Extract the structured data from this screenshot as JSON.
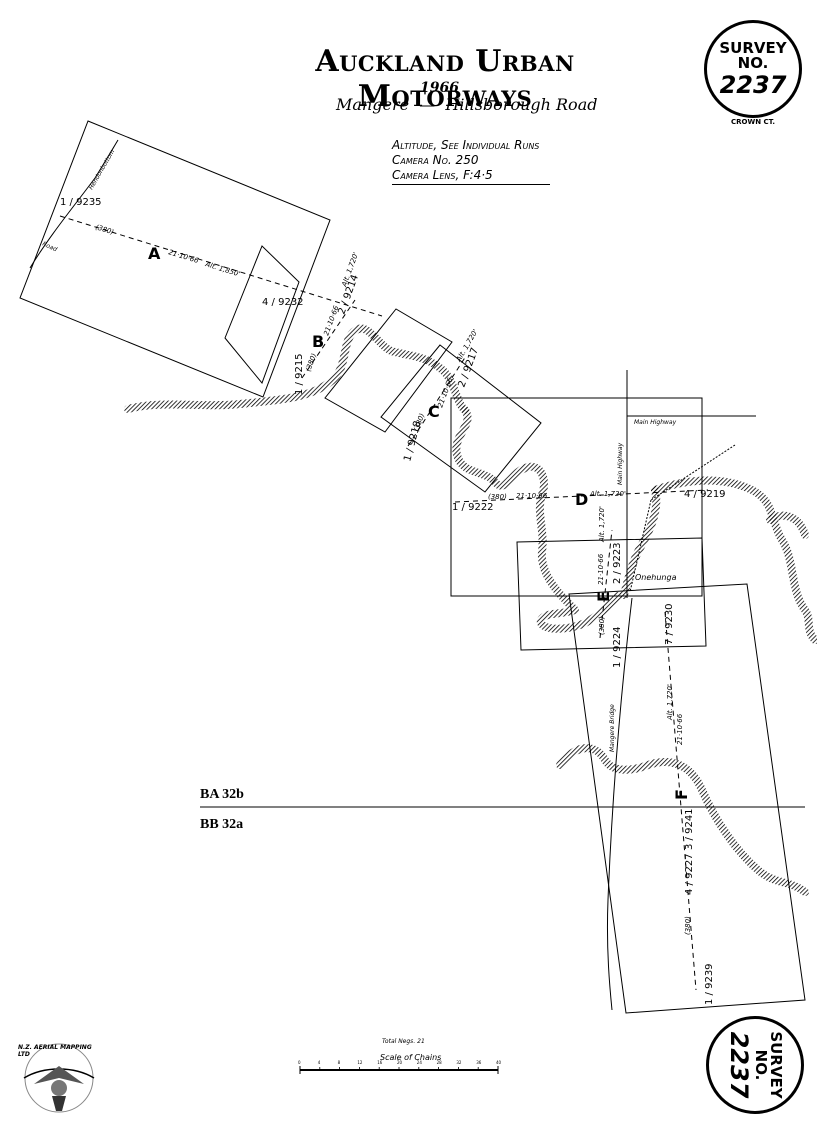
{
  "title": "Auckland Urban Motorways",
  "year": "1966",
  "subtitle": "Mangere  —  Hillsborough Road",
  "info": {
    "altitude": "Altitude, See Individual Runs",
    "camera": "Camera No. 250",
    "lens": "Camera Lens, F:4·5"
  },
  "badge_top": {
    "line1": "SURVEY",
    "line2": "NO.",
    "number": "2237",
    "caption": "CROWN CT."
  },
  "badge_bottom": {
    "line1": "SURVEY",
    "line2": "NO.",
    "number": "2237"
  },
  "sheets": {
    "upper": "BA 32b",
    "lower": "BB 32a"
  },
  "runs": [
    {
      "letter": "A",
      "date": "21·10·66",
      "alt": "Alt. 1,850'",
      "frames": [
        "1 / 9235",
        "4 / 9232"
      ],
      "focal": "(380)"
    },
    {
      "letter": "B",
      "date": "21·10·66",
      "alt": "Alt. 1,720'",
      "frames": [
        "1 / 9215",
        "2 / 9214"
      ],
      "focal": "(380)"
    },
    {
      "letter": "C",
      "date": "21·10·66",
      "alt": "Alt. 1,720'",
      "frames": [
        "1 / 9218",
        "2 / 9217"
      ],
      "focal": "(380)"
    },
    {
      "letter": "D",
      "date": "21·10·66",
      "alt": "Alt. 1,720'",
      "frames": [
        "1 / 9222",
        "4 / 9219"
      ],
      "focal": "(380)"
    },
    {
      "letter": "E",
      "date": "21·10·66",
      "alt": "Alt. 1,720'",
      "frames": [
        "1 / 9224",
        "2 / 9223"
      ],
      "focal": "(380)"
    },
    {
      "letter": "F",
      "date": "21·10·66",
      "alt": "Alt. 1,720'",
      "frames": [
        "7 / 9230",
        "4 / 9227",
        "3 / 9241",
        "1 / 9239"
      ],
      "focal": "(380)"
    }
  ],
  "places": {
    "road_a": "Road",
    "road_a2": "Hendonbottom",
    "main_highway_1": "Main Highway",
    "main_highway_2": "Main Highway",
    "onehunga": "Onehunga",
    "mangere_bridge": "Mangere Bridge"
  },
  "footer": {
    "total_negs": "Total Negs. 21",
    "scale": "Scale of Chains",
    "scale_ticks": [
      "0",
      "4",
      "8",
      "12",
      "16",
      "20",
      "24",
      "28",
      "32",
      "36",
      "40"
    ]
  },
  "logo": {
    "text": "N.Z. AERIAL MAPPING LTD",
    "icon": "aerial-mapping-logo-icon"
  },
  "colors": {
    "ink": "#000000",
    "paper": "#ffffff"
  }
}
